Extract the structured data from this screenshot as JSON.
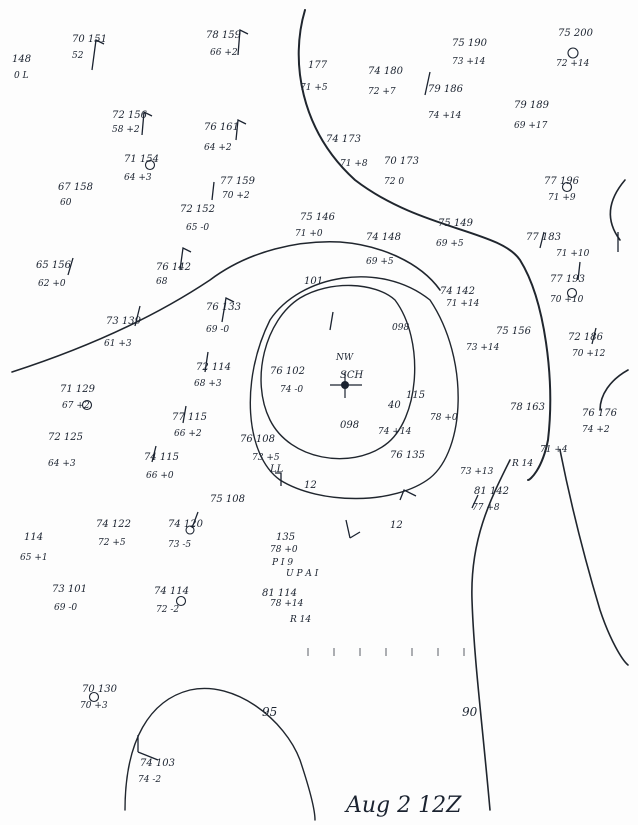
{
  "map": {
    "date_stamp": "Aug 2 12Z",
    "contours": [
      {
        "id": "c95",
        "label": "95"
      },
      {
        "id": "c90",
        "label": "90"
      }
    ],
    "stations": [
      {
        "id": "s1",
        "t": "148",
        "b": "0 L"
      },
      {
        "id": "s2",
        "t": "70 151",
        "b": "52"
      },
      {
        "id": "s3",
        "t": "78 159",
        "b": "66 +2"
      },
      {
        "id": "s4",
        "t": "177",
        "b": "71 +5"
      },
      {
        "id": "s5",
        "t": "74 180",
        "b": "72 +7"
      },
      {
        "id": "s6",
        "t": "75 190",
        "b": "73 +14"
      },
      {
        "id": "s7",
        "t": "75 200",
        "b": "72 +14"
      },
      {
        "id": "s8",
        "t": "79 186",
        "b": "74 +14"
      },
      {
        "id": "s9",
        "t": "79 189",
        "b": "69 +17"
      },
      {
        "id": "s10",
        "t": "72 156",
        "b": "58 +2"
      },
      {
        "id": "s11",
        "t": "76 161",
        "b": "64 +2"
      },
      {
        "id": "s12",
        "t": "74 173",
        "b": "71 +8"
      },
      {
        "id": "s13",
        "t": "70 173",
        "b": "72 0"
      },
      {
        "id": "s14",
        "t": "71 154",
        "b": "64 +3"
      },
      {
        "id": "s15",
        "t": "77 159",
        "b": "70 +2"
      },
      {
        "id": "s16",
        "t": "67 158",
        "b": "60"
      },
      {
        "id": "s17",
        "t": "72 152",
        "b": "65 -0"
      },
      {
        "id": "s18",
        "t": "77 196",
        "b": "71 +9"
      },
      {
        "id": "s19",
        "t": "75 146",
        "b": "71 +0"
      },
      {
        "id": "s20",
        "t": "74 148",
        "b": "69 +5"
      },
      {
        "id": "s21",
        "t": "75 149",
        "b": "69 +5"
      },
      {
        "id": "s22",
        "t": "77 183",
        "b": "71 +10"
      },
      {
        "id": "s23",
        "t": "65 156",
        "b": "62 +0"
      },
      {
        "id": "s24",
        "t": "76 142",
        "b": "68"
      },
      {
        "id": "s25",
        "t": "77 193",
        "b": "70 +10"
      },
      {
        "id": "s26",
        "t": "76 133",
        "b": "69 -0"
      },
      {
        "id": "s27",
        "t": "101",
        "b": "098"
      },
      {
        "id": "s28",
        "t": "73 139",
        "b": "61 +3"
      },
      {
        "id": "s29",
        "t": "74 142",
        "b": "71 +14"
      },
      {
        "id": "s30",
        "t": "75 156",
        "b": "73 +14"
      },
      {
        "id": "s31",
        "t": "72 186",
        "b": "70 +12"
      },
      {
        "id": "s32",
        "t": "71 129",
        "b": "67 +2"
      },
      {
        "id": "s33",
        "t": "72 114",
        "b": "68 +3"
      },
      {
        "id": "s34",
        "t": "76 102",
        "b": "74 -0"
      },
      {
        "id": "s35",
        "t": "78 163",
        "b": "71 +4"
      },
      {
        "id": "s36",
        "t": "77 115",
        "b": "66 +2"
      },
      {
        "id": "s37",
        "t": "72 125",
        "b": "64 +3"
      },
      {
        "id": "s38",
        "t": "76 108",
        "b": "73 +5"
      },
      {
        "id": "s39",
        "t": "098",
        "b": "74 +14"
      },
      {
        "id": "s40",
        "t": "76 176",
        "b": "74 +2"
      },
      {
        "id": "s41",
        "t": "74 115",
        "b": "66 +0"
      },
      {
        "id": "s42",
        "t": "76 135",
        "b": "73 +13"
      },
      {
        "id": "s43",
        "t": "75 108",
        "b": ""
      },
      {
        "id": "s44",
        "t": "81 142",
        "b": "77 +8"
      },
      {
        "id": "s45",
        "t": "74 122",
        "b": "72 +5"
      },
      {
        "id": "s46",
        "t": "74 120",
        "b": "73 -5"
      },
      {
        "id": "s47",
        "t": "114",
        "b": "65 +1"
      },
      {
        "id": "s48",
        "t": "135",
        "b": "78 +0"
      },
      {
        "id": "s49",
        "t": "73 101",
        "b": "69 -0"
      },
      {
        "id": "s50",
        "t": "74 114",
        "b": "72 -2"
      },
      {
        "id": "s51",
        "t": "81 114",
        "b": "78 +14"
      },
      {
        "id": "s52",
        "t": "70 130",
        "b": "70 +3"
      },
      {
        "id": "s53",
        "t": "74 103",
        "b": "74 -2"
      },
      {
        "id": "s54",
        "t": "115",
        "b": "78 +0"
      }
    ],
    "annotations": [
      {
        "id": "a1",
        "text": "12"
      },
      {
        "id": "a2",
        "text": "12"
      },
      {
        "id": "a3",
        "text": "40"
      },
      {
        "id": "a4",
        "text": "U P A I"
      },
      {
        "id": "a5",
        "text": "R 14"
      },
      {
        "id": "a6",
        "text": "P I 9"
      },
      {
        "id": "a7",
        "text": "R 14"
      },
      {
        "id": "a8",
        "text": "SCH"
      },
      {
        "id": "a9",
        "text": "NW"
      },
      {
        "id": "a10",
        "text": "LL"
      }
    ]
  }
}
